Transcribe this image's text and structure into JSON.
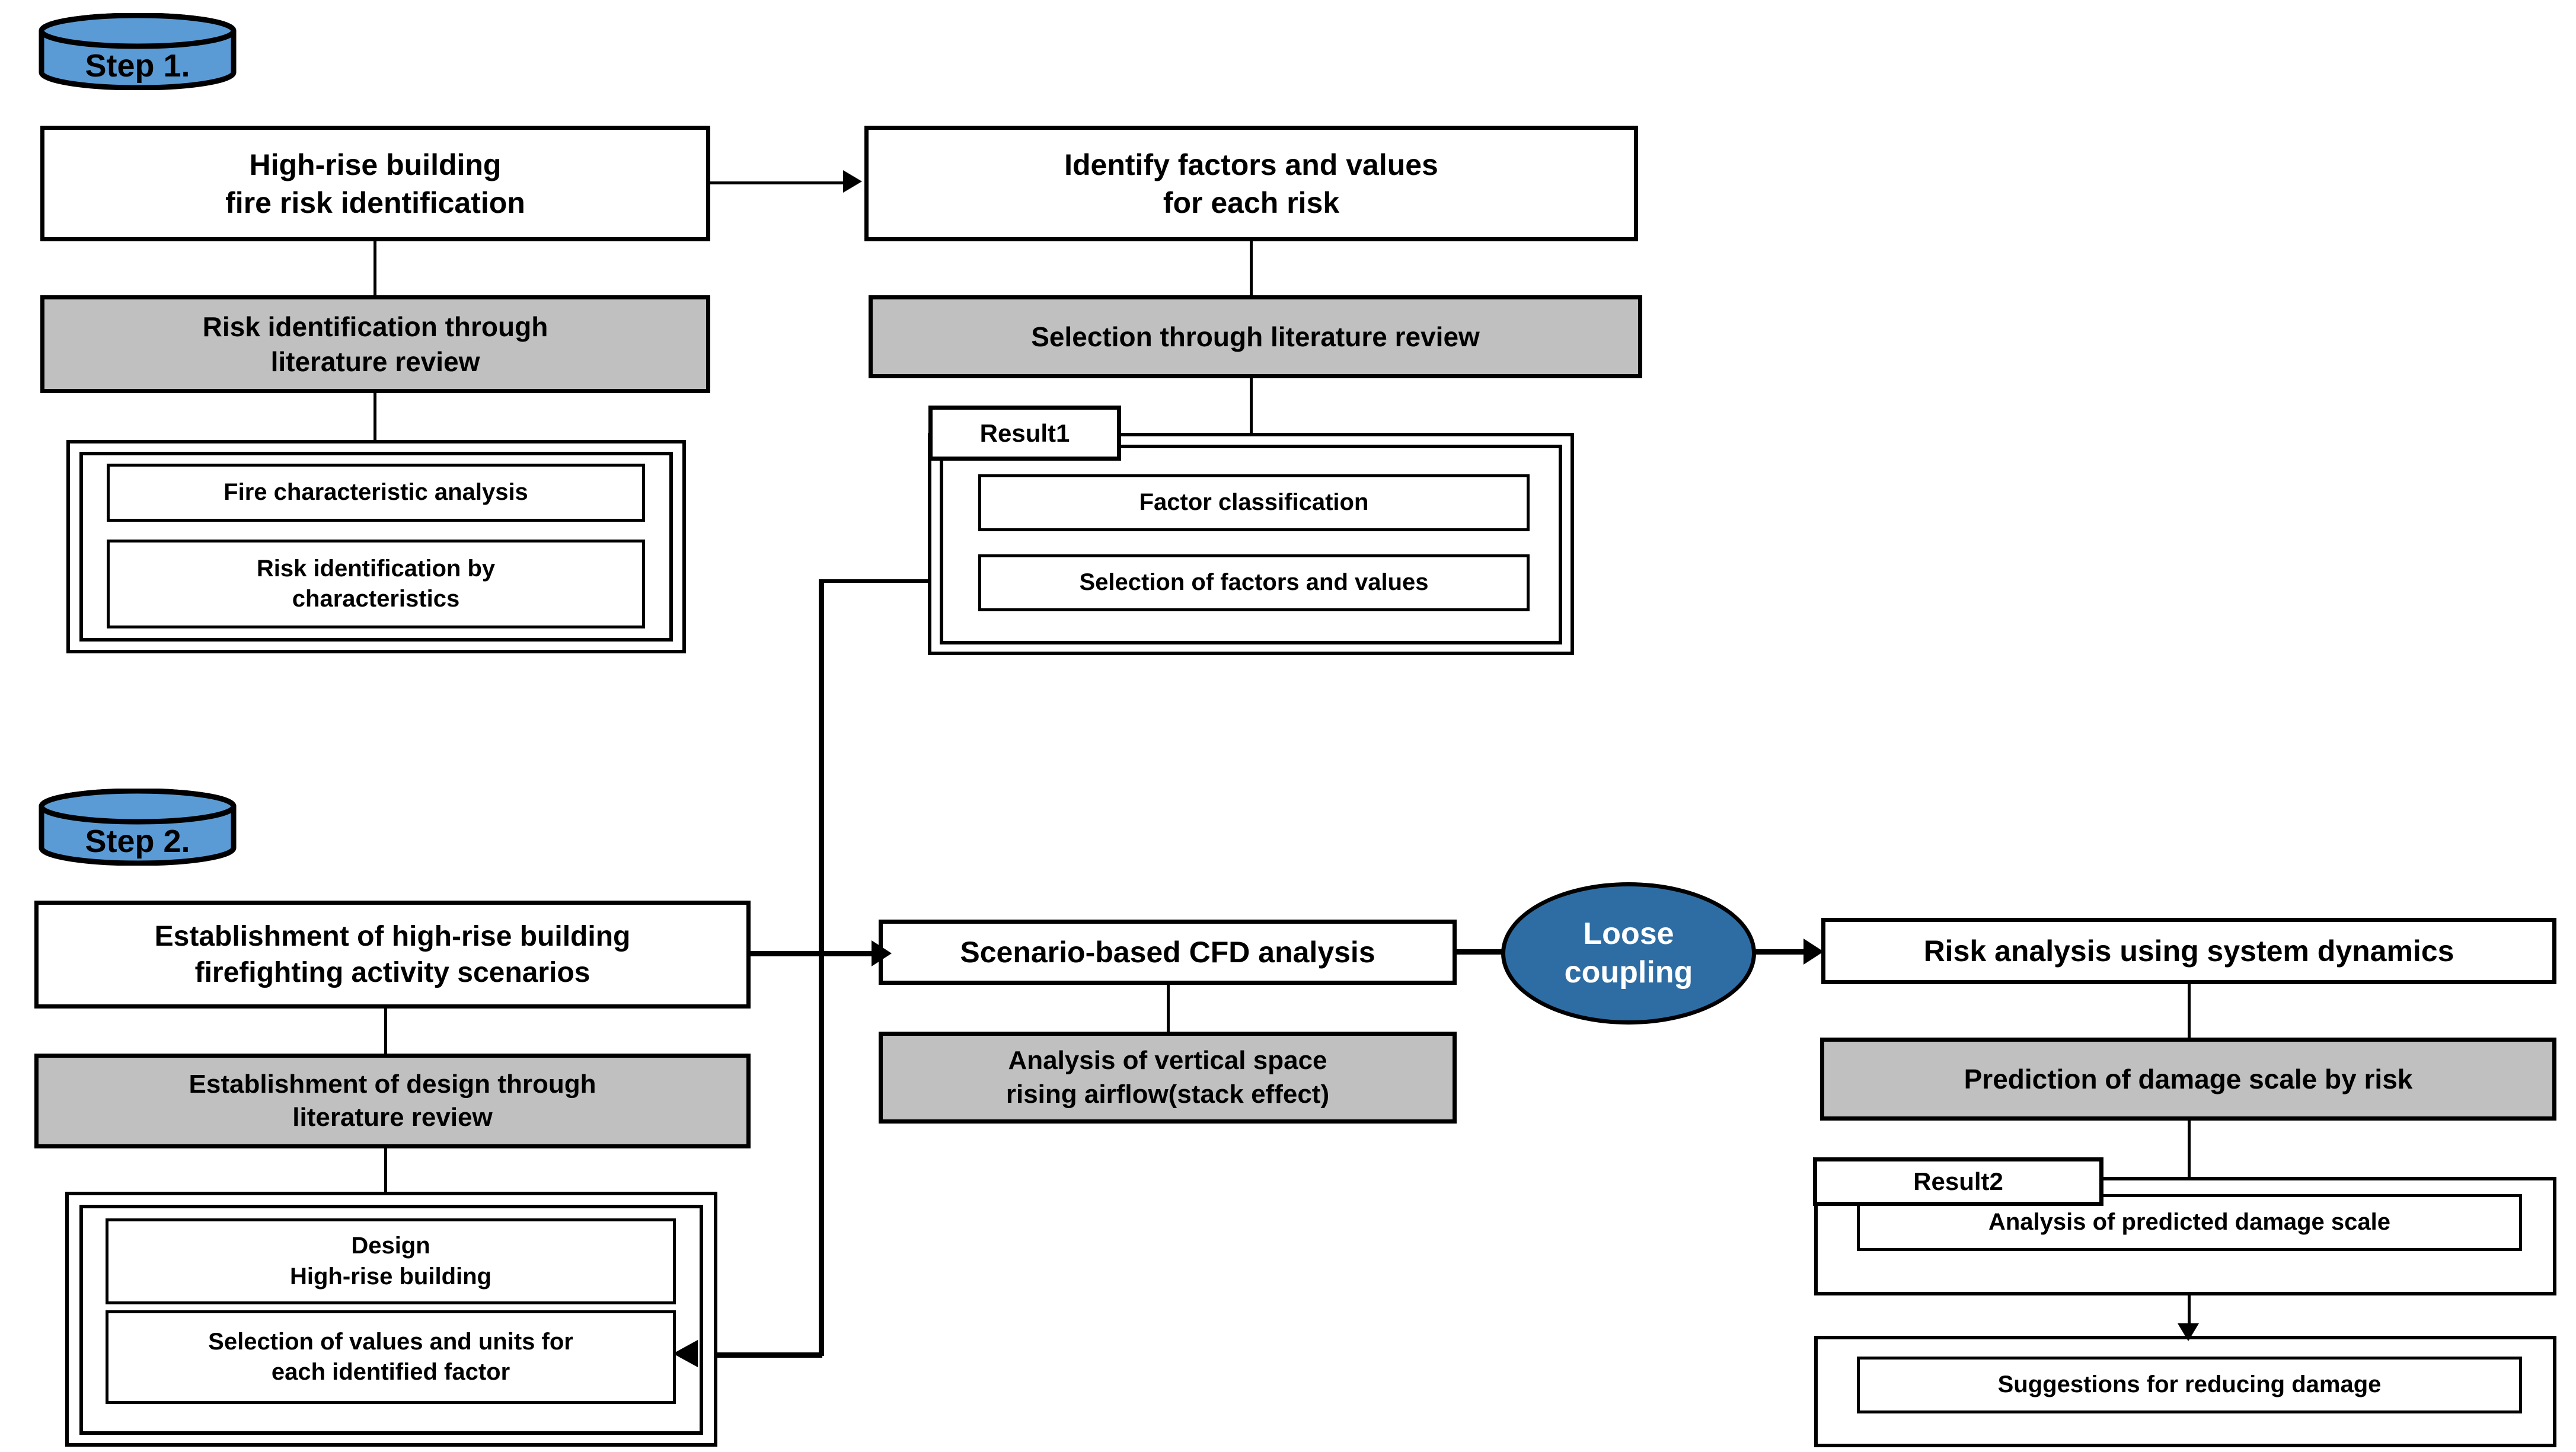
{
  "diagram": {
    "title": "High-rise building fire risk analysis research framework",
    "colors": {
      "step_cylinder_fill": "#5B9BD5",
      "coupling_ellipse_fill": "#2E6DA4",
      "method_box_fill": "#C0C0C0",
      "node_fill": "#FFFFFF",
      "stroke": "#000000"
    }
  },
  "steps": [
    {
      "id": "step1",
      "label": "Step 1."
    },
    {
      "id": "step2",
      "label": "Step 2."
    }
  ],
  "step1": {
    "process_left": "High-rise building\nfire risk identification",
    "method_left": "Risk identification through\nliterature review",
    "outputs_left": [
      "Fire characteristic analysis",
      "Risk identification by\ncharacteristics"
    ],
    "process_right": "Identify factors and values\nfor each risk",
    "method_right": "Selection through literature review",
    "result_tab": "Result1",
    "outputs_right": [
      "Factor classification",
      "Selection of factors and values"
    ]
  },
  "step2": {
    "process_left": "Establishment of high-rise building\nfirefighting activity scenarios",
    "method_left": "Establishment of design through\nliterature review",
    "outputs_left": [
      "Design\nHigh-rise building",
      "Selection of values and units for\neach identified factor"
    ],
    "process_middle": "Scenario-based CFD analysis",
    "method_middle": "Analysis of vertical space\nrising airflow(stack effect)",
    "coupling_label": "Loose\ncoupling",
    "process_right": "Risk analysis using system dynamics",
    "method_right": "Prediction of damage scale by risk",
    "result_tab": "Result2",
    "outputs_right": [
      "Analysis of predicted damage scale",
      "Suggestions for reducing damage"
    ]
  }
}
